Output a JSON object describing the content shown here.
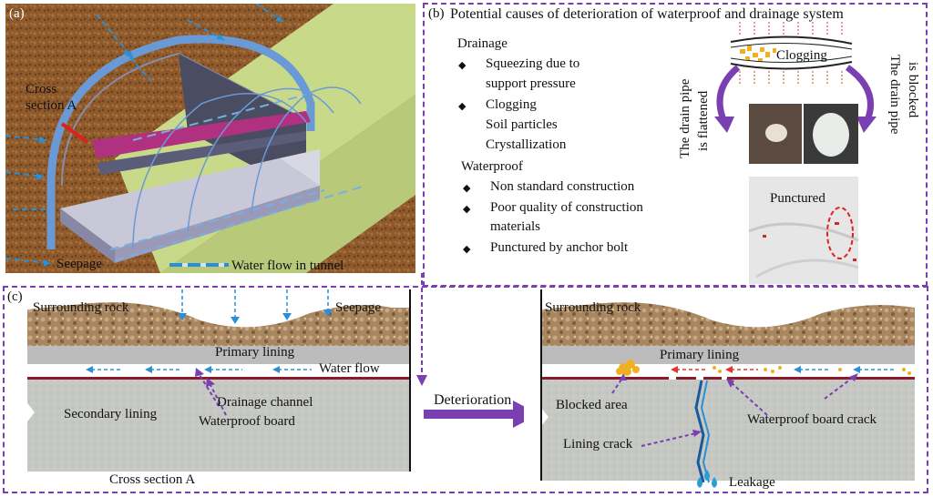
{
  "panel_a": {
    "label": "(a)",
    "cross_section_label": "Cross\nsection A",
    "cross_section_line1": "Cross",
    "cross_section_line2": "section A",
    "seepage": "Seepage",
    "water_flow_legend": "Water flow in tunnel"
  },
  "panel_b": {
    "label": "(b)",
    "title": "Potential causes of deterioration of waterproof and drainage system",
    "drainage_heading": "Drainage",
    "drainage_items": [
      "Squeezing due to",
      "support pressure",
      "Clogging",
      "Soil particles",
      "Crystallization"
    ],
    "waterproof_heading": "Waterproof",
    "waterproof_items": [
      "Non standard construction",
      "Poor quality of construction",
      "materials",
      "Punctured by anchor bolt"
    ],
    "clogging_label": "Clogging",
    "flattened_label_1": "The drain pipe",
    "flattened_label_2": "is flattened",
    "blocked_label_1": "The drain pipe",
    "blocked_label_2": "is blocked",
    "punctured_label": "Punctured"
  },
  "panel_c": {
    "label": "(c)",
    "left": {
      "surrounding_rock": "Surrounding rock",
      "seepage": "Seepage",
      "primary_lining": "Primary lining",
      "water_flow": "Water flow",
      "drainage_channel": "Drainage channel",
      "secondary_lining": "Secondary lining",
      "waterproof_board": "Waterproof board",
      "cross_section": "Cross section A"
    },
    "arrow_label": "Deterioration",
    "right": {
      "surrounding_rock": "Surrounding rock",
      "primary_lining": "Primary lining",
      "blocked_area": "Blocked area",
      "waterproof_board_crack": "Waterproof board crack",
      "lining_crack": "Lining crack",
      "leakage": "Leakage"
    }
  },
  "colors": {
    "purple": "#7a3fb0",
    "blue_arrow": "#2a8fd6",
    "red_arrow": "#e8332a",
    "rock": "#9a7a55",
    "lining": "#bcbcbc",
    "waterproof_board": "#8b1a2a",
    "soil": "#8a5a30",
    "tunnel_green": "#c9d98a"
  }
}
